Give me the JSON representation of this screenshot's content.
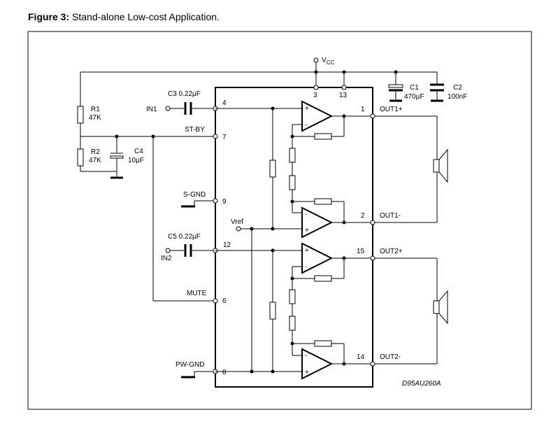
{
  "figure": {
    "label": "Figure 3:",
    "title": "Stand-alone Low-cost Application."
  },
  "supply": {
    "v": "V",
    "sub": "CC"
  },
  "pins": {
    "p3": "3",
    "p13": "13",
    "p4": "4",
    "p7": "7",
    "p9": "9",
    "p12": "12",
    "p6": "6",
    "p8": "8",
    "p1": "1",
    "p2": "2",
    "p15": "15",
    "p14": "14"
  },
  "components": {
    "c1_name": "C1",
    "c1_value": "470µF",
    "c2_name": "C2",
    "c2_value": "100nF",
    "c3": "C3 0.22µF",
    "c4_name": "C4",
    "c4_value": "10µF",
    "c5": "C5 0.22µF",
    "r1_name": "R1",
    "r1_value": "47K",
    "r2_name": "R2",
    "r2_value": "47K"
  },
  "signals": {
    "in1": "IN1",
    "in2": "IN2",
    "stby": "ST-BY",
    "sgnd": "S-GND",
    "mute": "MUTE",
    "pwgnd": "PW-GND",
    "vref": "Vref",
    "out1p": "OUT1+",
    "out1m": "OUT1-",
    "out2p": "OUT2+",
    "out2m": "OUT2-"
  },
  "opamp_signs": {
    "plus": "+",
    "minus": "-"
  },
  "drawing_code": "D95AU260A"
}
